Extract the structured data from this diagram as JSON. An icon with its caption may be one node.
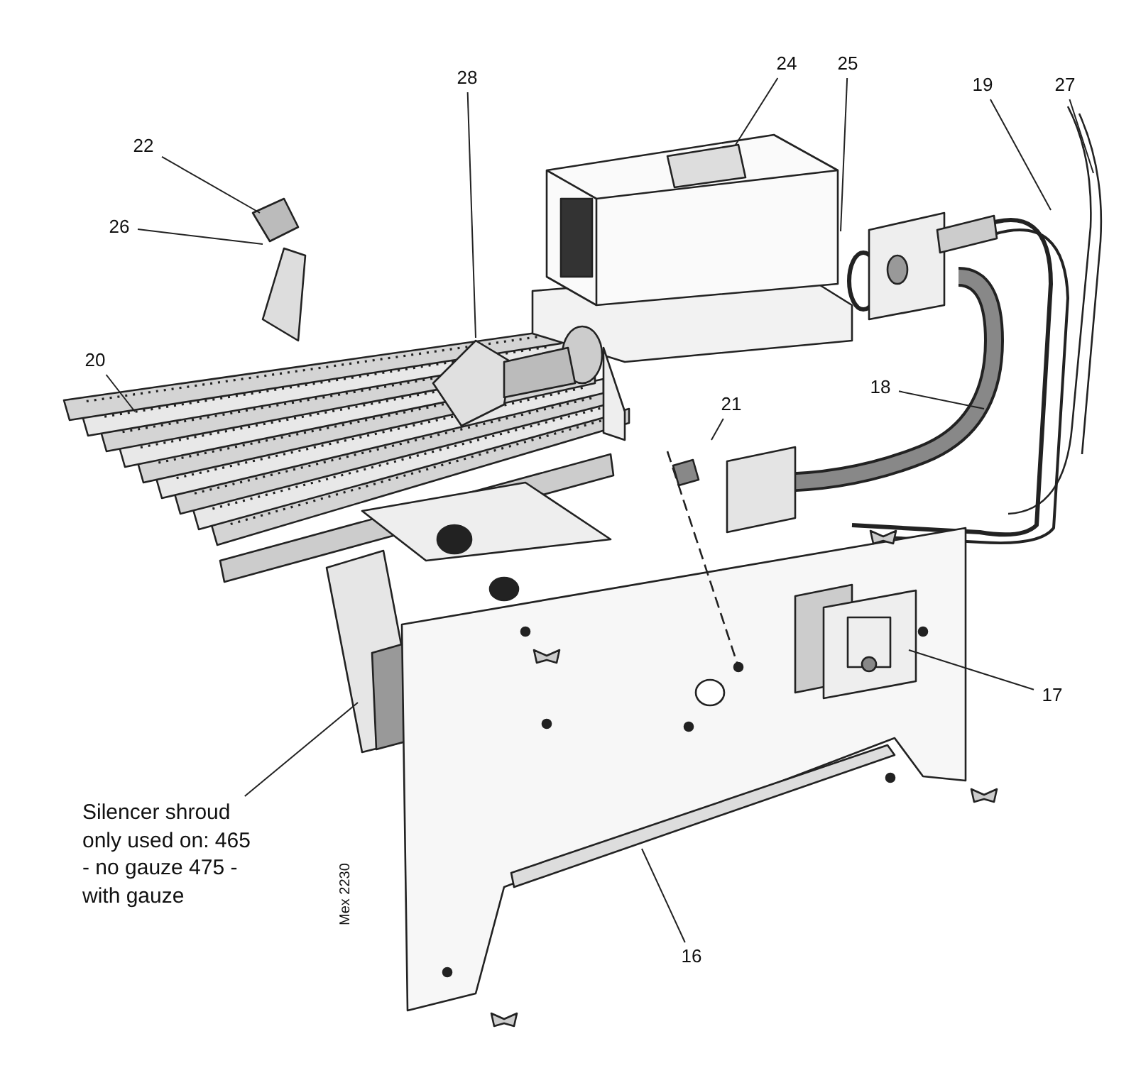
{
  "diagram": {
    "nodes": [
      {
        "text": [
          "28"
        ]
      },
      {
        "text": [
          "24"
        ]
      },
      {
        "text": [
          "25"
        ]
      },
      {
        "text": [
          "19"
        ]
      },
      {
        "text": [
          "27"
        ]
      },
      {
        "text": [
          "22"
        ]
      },
      {
        "text": [
          "26"
        ]
      },
      {
        "text": [
          "20"
        ]
      },
      {
        "text": [
          "18"
        ]
      },
      {
        "text": [
          "21"
        ]
      },
      {
        "text": [
          "17"
        ]
      },
      {
        "text": [
          "Silencer shroud only used on: 465 - no gauze 475 - with gauze"
        ]
      },
      {
        "text": [
          "16"
        ]
      }
    ],
    "edges": [
      {
        "from": 0,
        "to": null,
        "arrow": "none"
      },
      {
        "from": 1,
        "to": null,
        "arrow": "none"
      },
      {
        "from": 2,
        "to": null,
        "arrow": "none"
      },
      {
        "from": 3,
        "to": null,
        "arrow": "none"
      },
      {
        "from": 4,
        "to": null,
        "arrow": "none"
      },
      {
        "from": 5,
        "to": null,
        "arrow": "none"
      },
      {
        "from": 6,
        "to": null,
        "arrow": "none"
      },
      {
        "from": 7,
        "to": null,
        "arrow": "none"
      },
      {
        "from": 8,
        "to": null,
        "arrow": "none"
      },
      {
        "from": 9,
        "to": null,
        "arrow": "none"
      },
      {
        "from": 10,
        "to": null,
        "arrow": "none"
      },
      {
        "from": 11,
        "to": null,
        "arrow": "none"
      },
      {
        "from": 12,
        "to": null,
        "arrow": "none"
      }
    ],
    "labels": [
      "Mex 2230"
    ]
  }
}
